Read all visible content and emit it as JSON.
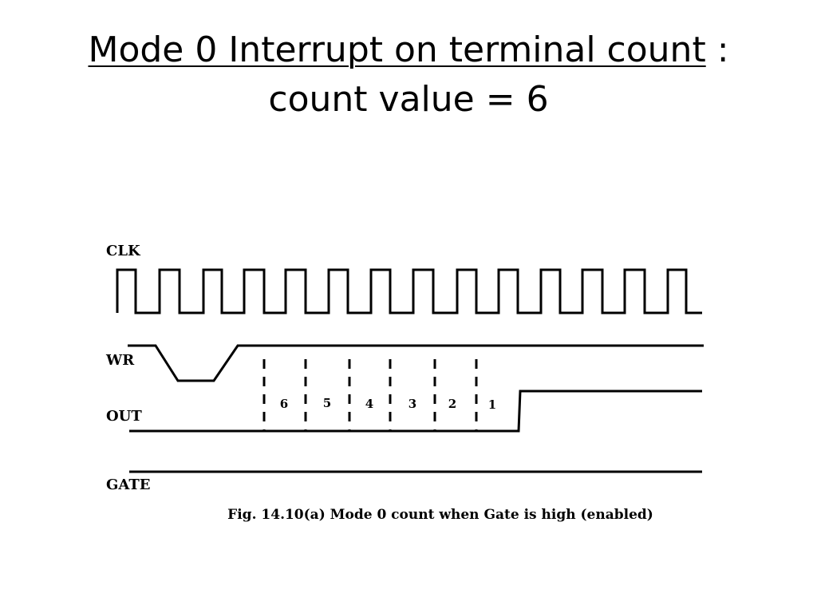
{
  "slide": {
    "title_underlined": "Mode 0 Interrupt on terminal count",
    "title_suffix": " :",
    "title_line2": "count value = 6"
  },
  "diagram": {
    "signals": {
      "clk": "CLK",
      "wr": "WR",
      "out": "OUT",
      "gate": "GATE"
    },
    "count_labels": [
      "6",
      "5",
      "4",
      "3",
      "2",
      "1"
    ],
    "caption": "Fig. 14.10(a) Mode 0 count when Gate is high (enabled)"
  }
}
